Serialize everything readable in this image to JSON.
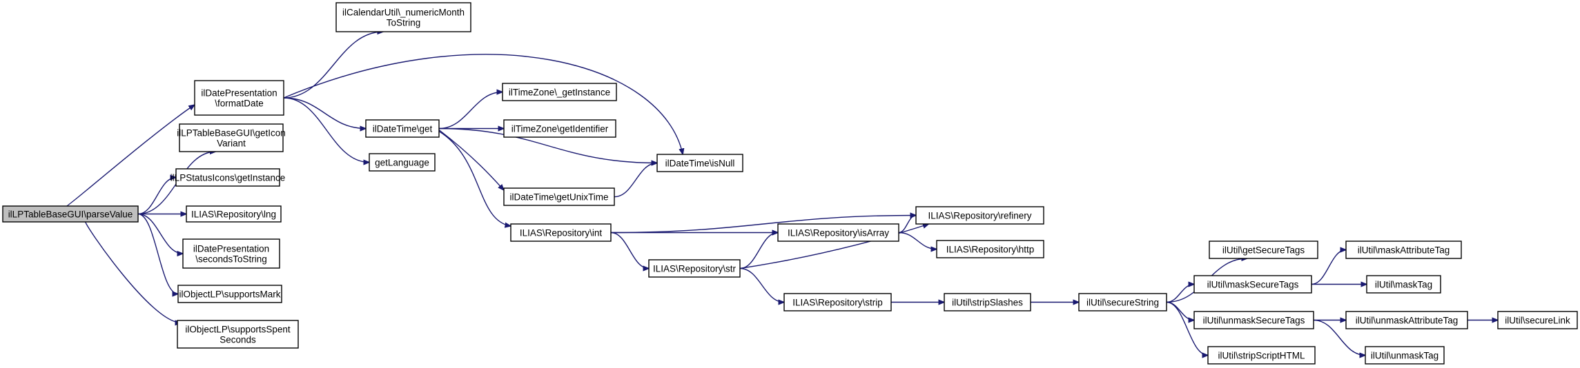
{
  "graph": {
    "edge_color": "#191970",
    "root_fill": "#bfbfbf",
    "node_fill": "#ffffff",
    "nodes": [
      {
        "id": "parseValue",
        "lines": [
          "ilLPTableBaseGUI\\parseValue"
        ],
        "root": true
      },
      {
        "id": "formatDate",
        "lines": [
          "ilDatePresentation",
          "\\formatDate"
        ]
      },
      {
        "id": "getIconVariant",
        "lines": [
          "ilLPTableBaseGUI\\getIcon",
          "Variant"
        ]
      },
      {
        "id": "statusGetInstance",
        "lines": [
          "ilLPStatusIcons\\getInstance"
        ]
      },
      {
        "id": "lng",
        "lines": [
          "ILIAS\\Repository\\lng"
        ]
      },
      {
        "id": "secondsToString",
        "lines": [
          "ilDatePresentation",
          "\\secondsToString"
        ]
      },
      {
        "id": "supportsMark",
        "lines": [
          "ilObjectLP\\supportsMark"
        ]
      },
      {
        "id": "supportsSpent",
        "lines": [
          "ilObjectLP\\supportsSpent",
          "Seconds"
        ]
      },
      {
        "id": "numericMonth",
        "lines": [
          "ilCalendarUtil\\_numericMonth",
          "ToString"
        ]
      },
      {
        "id": "dtGet",
        "lines": [
          "ilDateTime\\get"
        ]
      },
      {
        "id": "getLanguage",
        "lines": [
          "getLanguage"
        ]
      },
      {
        "id": "tzGetInstance",
        "lines": [
          "ilTimeZone\\_getInstance"
        ]
      },
      {
        "id": "tzGetIdentifier",
        "lines": [
          "ilTimeZone\\getIdentifier"
        ]
      },
      {
        "id": "isNull",
        "lines": [
          "ilDateTime\\isNull"
        ]
      },
      {
        "id": "getUnixTime",
        "lines": [
          "ilDateTime\\getUnixTime"
        ]
      },
      {
        "id": "repoInt",
        "lines": [
          "ILIAS\\Repository\\int"
        ]
      },
      {
        "id": "repoStr",
        "lines": [
          "ILIAS\\Repository\\str"
        ]
      },
      {
        "id": "repoIsArray",
        "lines": [
          "ILIAS\\Repository\\isArray"
        ]
      },
      {
        "id": "refinery",
        "lines": [
          "ILIAS\\Repository\\refinery"
        ]
      },
      {
        "id": "http",
        "lines": [
          "ILIAS\\Repository\\http"
        ]
      },
      {
        "id": "repoStrip",
        "lines": [
          "ILIAS\\Repository\\strip"
        ]
      },
      {
        "id": "stripSlashes",
        "lines": [
          "ilUtil\\stripSlashes"
        ]
      },
      {
        "id": "secureString",
        "lines": [
          "ilUtil\\secureString"
        ]
      },
      {
        "id": "getSecureTags",
        "lines": [
          "ilUtil\\getSecureTags"
        ]
      },
      {
        "id": "maskSecureTags",
        "lines": [
          "ilUtil\\maskSecureTags"
        ]
      },
      {
        "id": "unmaskSecureTags",
        "lines": [
          "ilUtil\\unmaskSecureTags"
        ]
      },
      {
        "id": "stripScriptHTML",
        "lines": [
          "ilUtil\\stripScriptHTML"
        ]
      },
      {
        "id": "maskAttributeTag",
        "lines": [
          "ilUtil\\maskAttributeTag"
        ]
      },
      {
        "id": "maskTag",
        "lines": [
          "ilUtil\\maskTag"
        ]
      },
      {
        "id": "unmaskAttributeTag",
        "lines": [
          "ilUtil\\unmaskAttributeTag"
        ]
      },
      {
        "id": "unmaskTag",
        "lines": [
          "ilUtil\\unmaskTag"
        ]
      },
      {
        "id": "secureLink",
        "lines": [
          "ilUtil\\secureLink"
        ]
      }
    ],
    "edges": [
      [
        "parseValue",
        "formatDate"
      ],
      [
        "parseValue",
        "getIconVariant"
      ],
      [
        "parseValue",
        "statusGetInstance"
      ],
      [
        "parseValue",
        "lng"
      ],
      [
        "parseValue",
        "secondsToString"
      ],
      [
        "parseValue",
        "supportsMark"
      ],
      [
        "parseValue",
        "supportsSpent"
      ],
      [
        "formatDate",
        "numericMonth"
      ],
      [
        "formatDate",
        "dtGet"
      ],
      [
        "formatDate",
        "getLanguage"
      ],
      [
        "formatDate",
        "isNull"
      ],
      [
        "dtGet",
        "tzGetInstance"
      ],
      [
        "dtGet",
        "tzGetIdentifier"
      ],
      [
        "dtGet",
        "isNull"
      ],
      [
        "dtGet",
        "getUnixTime"
      ],
      [
        "dtGet",
        "repoInt"
      ],
      [
        "getUnixTime",
        "isNull"
      ],
      [
        "repoInt",
        "refinery"
      ],
      [
        "repoInt",
        "repoIsArray"
      ],
      [
        "repoInt",
        "repoStr"
      ],
      [
        "repoStr",
        "repoIsArray"
      ],
      [
        "repoStr",
        "refinery"
      ],
      [
        "repoStr",
        "repoStrip"
      ],
      [
        "repoIsArray",
        "refinery"
      ],
      [
        "repoIsArray",
        "http"
      ],
      [
        "repoStrip",
        "stripSlashes"
      ],
      [
        "stripSlashes",
        "secureString"
      ],
      [
        "secureString",
        "getSecureTags"
      ],
      [
        "secureString",
        "maskSecureTags"
      ],
      [
        "secureString",
        "unmaskSecureTags"
      ],
      [
        "secureString",
        "stripScriptHTML"
      ],
      [
        "maskSecureTags",
        "maskAttributeTag"
      ],
      [
        "maskSecureTags",
        "maskTag"
      ],
      [
        "unmaskSecureTags",
        "unmaskAttributeTag"
      ],
      [
        "unmaskSecureTags",
        "unmaskTag"
      ],
      [
        "unmaskAttributeTag",
        "secureLink"
      ]
    ]
  }
}
